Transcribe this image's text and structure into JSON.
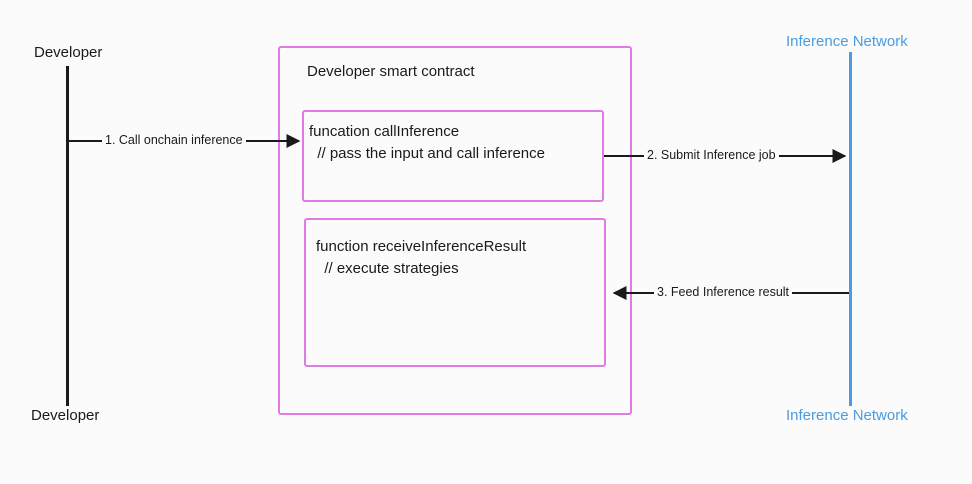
{
  "actors": {
    "developer_top": "Developer",
    "developer_bottom": "Developer",
    "network_top": "Inference Network",
    "network_bottom": "Inference Network"
  },
  "contract": {
    "title": "Developer smart contract",
    "call_fn": {
      "line1": "funcation callInference",
      "line2": "  // pass the input and call inference"
    },
    "receive_fn": {
      "line1": "function receiveInferenceResult",
      "line2": "  // execute strategies"
    }
  },
  "messages": {
    "m1": "1. Call onchain inference",
    "m2": "2. Submit Inference job",
    "m3": "3. Feed Inference result"
  },
  "colors": {
    "contract_border": "#e27ae6",
    "network_line": "#4a9be0",
    "developer_line": "#1a1a1a"
  }
}
